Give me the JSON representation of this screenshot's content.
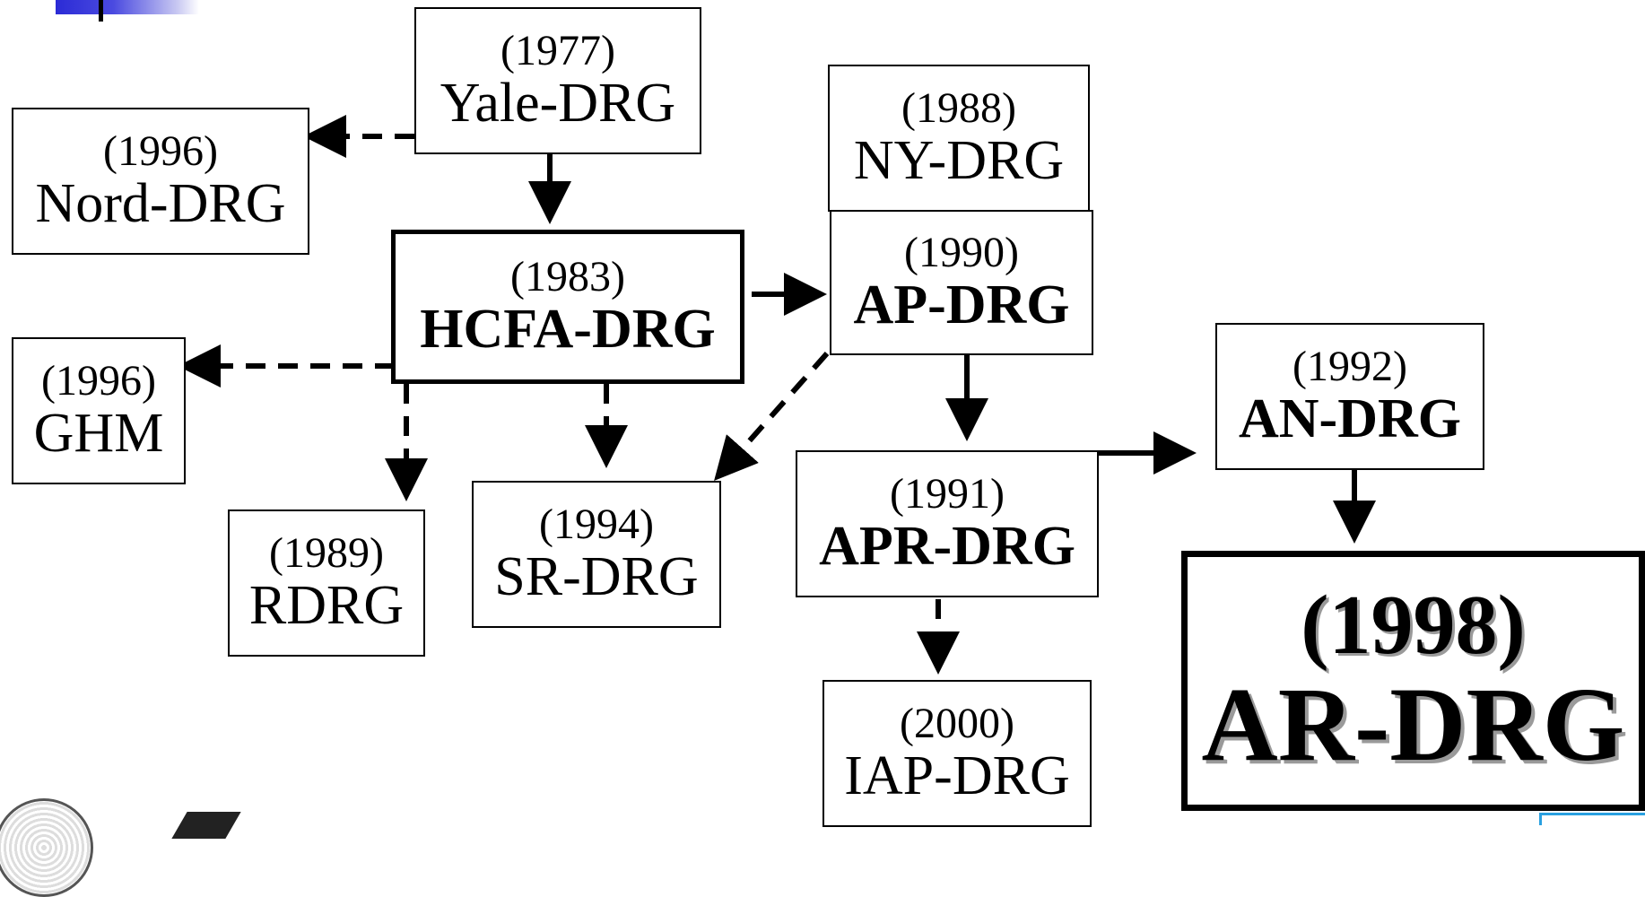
{
  "nodes": {
    "yale": {
      "year": "(1977)",
      "name": "Yale-DRG"
    },
    "nord": {
      "year": "(1996)",
      "name": "Nord-DRG"
    },
    "ny": {
      "year": "(1988)",
      "name": "NY-DRG"
    },
    "hcfa": {
      "year": "(1983)",
      "name": "HCFA-DRG"
    },
    "ap": {
      "year": "(1990)",
      "name": "AP-DRG"
    },
    "ghm": {
      "year": "(1996)",
      "name": "GHM"
    },
    "an": {
      "year": "(1992)",
      "name": "AN-DRG"
    },
    "apr": {
      "year": "(1991)",
      "name": "APR-DRG"
    },
    "rdrg": {
      "year": "(1989)",
      "name": "RDRG"
    },
    "sr": {
      "year": "(1994)",
      "name": "SR-DRG"
    },
    "ar": {
      "year": "(1998)",
      "name": "AR-DRG"
    },
    "iap": {
      "year": "(2000)",
      "name": "IAP-DRG"
    }
  },
  "colors": {
    "line": "#000000",
    "accent": "#2b2bd6",
    "frame": "#2aa0e0"
  }
}
